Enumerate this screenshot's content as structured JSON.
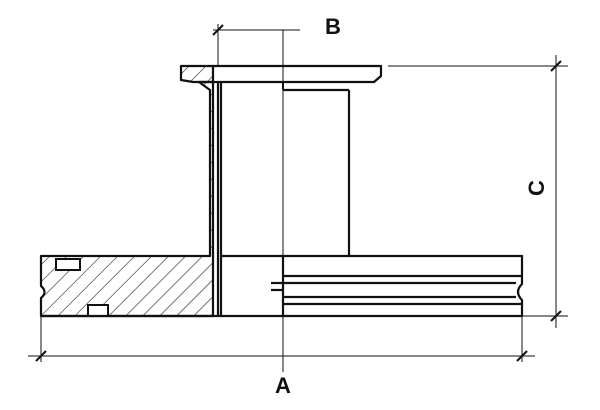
{
  "drawing": {
    "dimensions": {
      "a": "A",
      "b": "B",
      "c": "C"
    },
    "colors": {
      "line": "#111111",
      "hatch": "#222222",
      "background": "#ffffff"
    }
  }
}
